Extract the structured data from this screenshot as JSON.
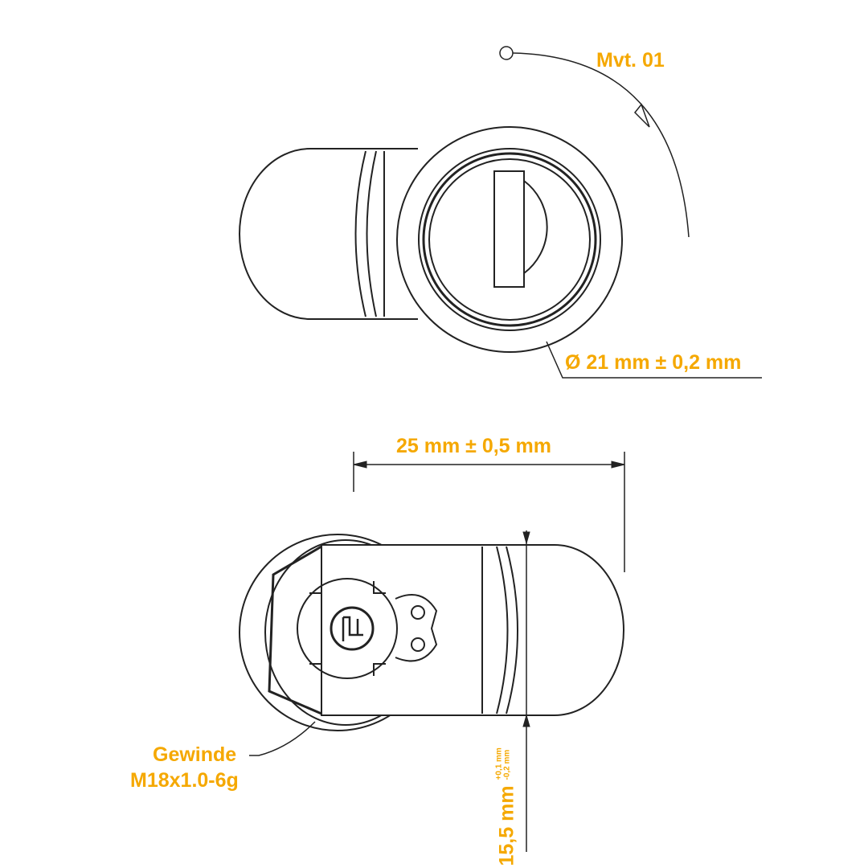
{
  "labels": {
    "movement": "Mvt. 01",
    "diameter": "Ø 21 mm ± 0,2 mm",
    "length": "25 mm ± 0,5 mm",
    "thread_line1": "Gewinde",
    "thread_line2": "M18x1.0-6g",
    "height": "15,5 mm",
    "height_tol_plus": "+0,1 mm",
    "height_tol_minus": "-0,2 mm"
  },
  "logo_text": "PL",
  "colors": {
    "annotation": "#f5a800",
    "line": "#222222"
  }
}
